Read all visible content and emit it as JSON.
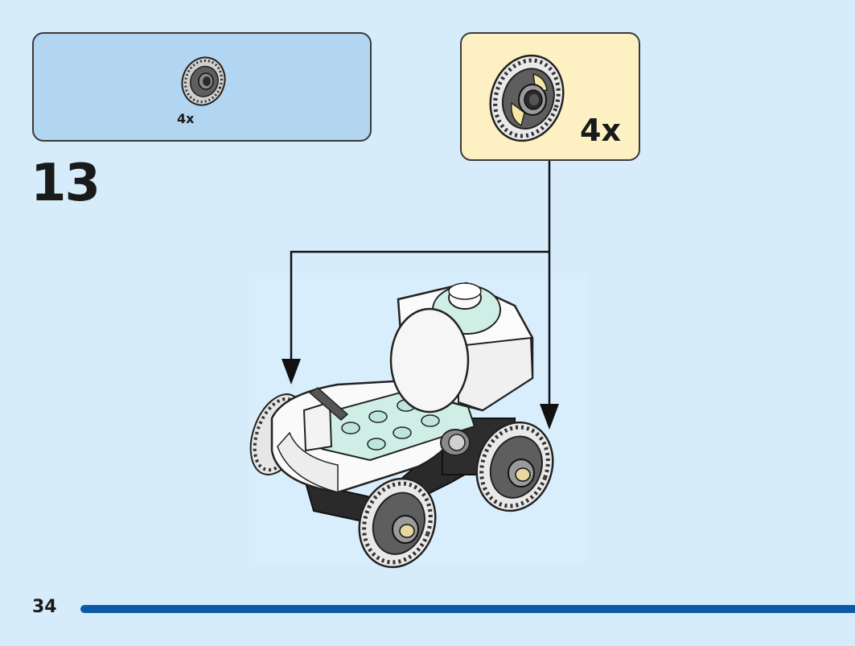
{
  "parts_list": {
    "items": [
      {
        "part": "wheel-with-tire",
        "quantity": "4x"
      }
    ]
  },
  "step": {
    "number": "13"
  },
  "callout": {
    "part": "wheel-with-tire",
    "quantity": "4x"
  },
  "assembly": {
    "model": "white-vehicle-with-dish",
    "wheels_attached": 4
  },
  "footer": {
    "page_number": "34"
  },
  "colors": {
    "background": "#d6ecfb",
    "parts_panel": "#b2d6f2",
    "callout_panel": "#fdf1c4",
    "progress": "#0b5aa8",
    "tire": "#e8e8e8",
    "hub": "#5e5e5e",
    "brick_mint": "#cfeee6"
  }
}
